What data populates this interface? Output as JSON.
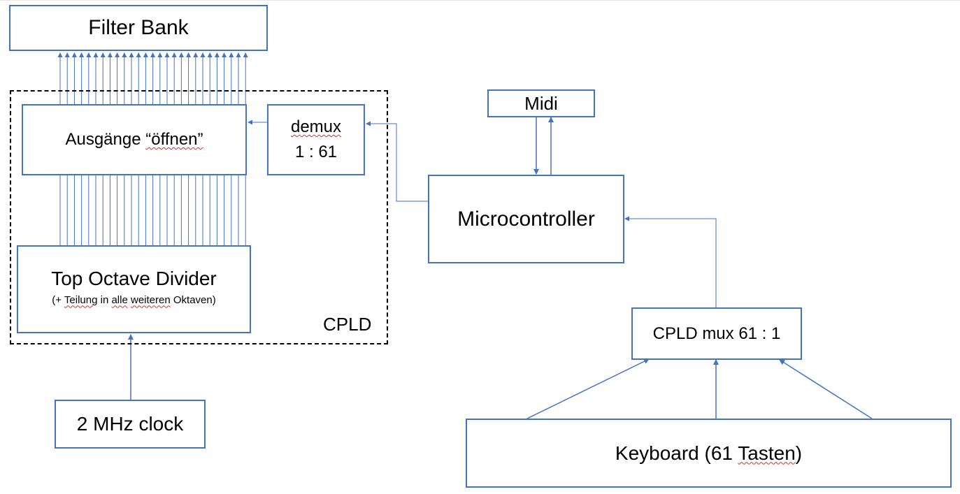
{
  "diagram": {
    "filter_bank": "Filter Bank",
    "ausgaenge": {
      "prefix": "Ausgänge ",
      "word": "“öffnen”"
    },
    "demux": {
      "line1": "demux",
      "line2": "1 : 61"
    },
    "midi": "Midi",
    "microcontroller": "Microcontroller",
    "top_octave": {
      "title": "Top Octave Divider",
      "sub_prefix": "(+ ",
      "sub_teilung": "Teilung",
      "sub_mid": " in ",
      "sub_alle": "alle",
      "sub_space": " ",
      "sub_weiteren": "weiteren",
      "sub_suffix": " Oktaven)"
    },
    "cpld_label": "CPLD",
    "cpld_mux": "CPLD mux 61 : 1",
    "clock": "2 MHz clock",
    "keyboard": {
      "prefix": "Keyboard (61 ",
      "tasten": "Tasten",
      "suffix": ")"
    },
    "colors": {
      "box_border": "#4472c4",
      "wire": "#4472c4",
      "dashed": "#000000",
      "spellcheck": "#d03030"
    }
  }
}
